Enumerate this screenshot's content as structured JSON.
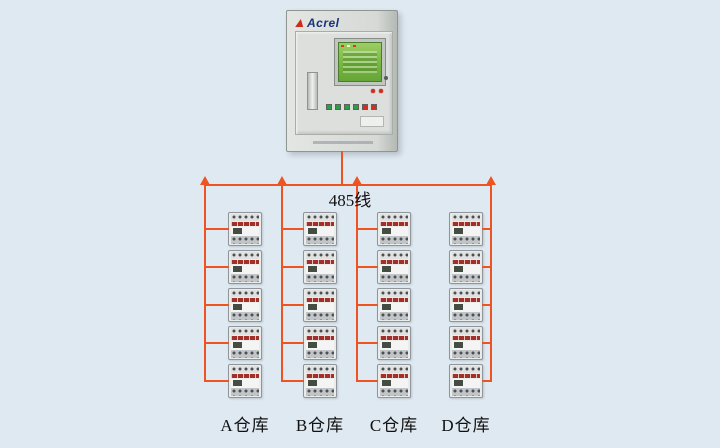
{
  "cabinet": {
    "brand": "Acrel"
  },
  "bus": {
    "label": "485线"
  },
  "columns": [
    {
      "id": "A",
      "label": "A仓库",
      "device_count": 5
    },
    {
      "id": "B",
      "label": "B仓库",
      "device_count": 5
    },
    {
      "id": "C",
      "label": "C仓库",
      "device_count": 5
    },
    {
      "id": "D",
      "label": "D仓库",
      "device_count": 5
    }
  ],
  "theme": {
    "bg": "#dfe9f2",
    "wire": "#ee5322",
    "screen": "#79b742",
    "stripe": "#a33028",
    "brand": "#16337e"
  },
  "icons": {
    "arrowhead-icon": "triangle-up"
  }
}
